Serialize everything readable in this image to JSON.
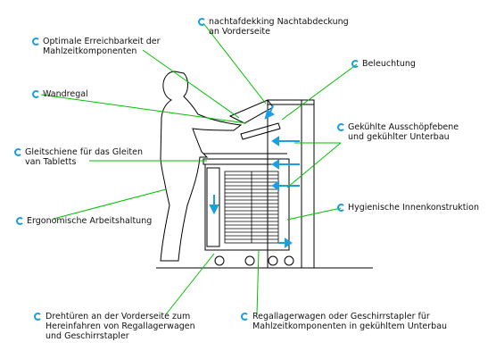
{
  "colors": {
    "leader": "#00c000",
    "arrow": "#1aa0e0",
    "bullet": "#1a9ed8",
    "drawing": "#000000"
  },
  "labels": {
    "nachtabdeckung": "nachtafdekking Nachtabdeckung\nan Vorderseite",
    "erreichbarkeit": "Optimale Erreichbarkeit der\nMahlzeitkomponenten",
    "beleuchtung": "Beleuchtung",
    "wandregal": "Wandregal",
    "ausschoepfebene": "Gekühlte Ausschöpfebene\nund gekühlter Unterbau",
    "gleitschiene": "Gleitschiene für das Gleiten\nvan Tabletts",
    "innenkonstruktion": "Hygienische Innenkonstruktion",
    "arbeitshaltung": "Ergonomische Arbeitshaltung",
    "drehtueren": "Drehtüren an der Vorderseite zum\nHereinfahren von Regallagerwagen\nund Geschirrstapler",
    "regallagerwagen": "Regallagerwagen oder Geschirrstapler für\nMahlzeitkomponenten in gekühltem Unterbau"
  }
}
